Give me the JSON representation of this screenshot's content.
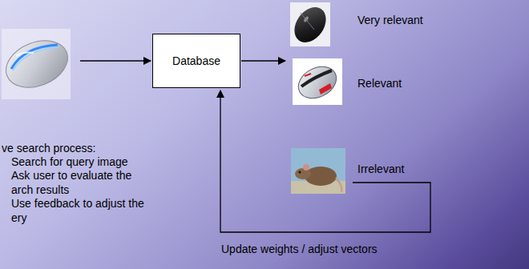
{
  "diagram": {
    "nodes": [
      {
        "text": [
          "Database"
        ]
      }
    ],
    "labels": [
      "Very relevant",
      "Relevant",
      "Irrelevant",
      "ve search process:",
      "Search for query image",
      "Ask user to evaluate the arch results",
      "Use feedback to adjust the ery",
      "Update weights / adjust vectors"
    ]
  }
}
